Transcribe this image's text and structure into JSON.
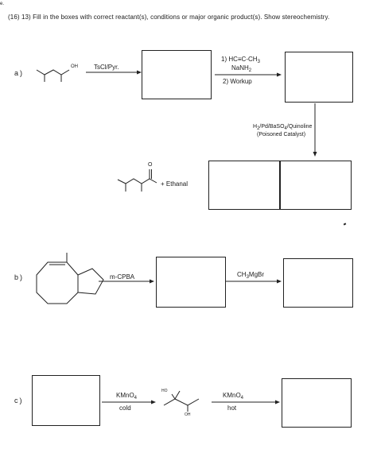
{
  "corner_mark": "e.",
  "header": {
    "question": "(16) 13)  Fill in the boxes with correct reactant(s), conditions or major organic product(s).  Show stereochemistry."
  },
  "part_a": {
    "label": "a)",
    "oh_label": "OH",
    "reagent1": "TsCl/Pyr.",
    "reagent2_line1": "1) HC≡C-CH",
    "reagent2_line1_sub": "3",
    "reagent2_line2": "NaNH",
    "reagent2_line2_sub": "2",
    "reagent2_line3": "2) Workup",
    "reagent3_line1_parts": [
      "H",
      "2",
      "/Pd/BaSO",
      "4",
      "/Quinoline"
    ],
    "reagent3_line2": "(Poisoned Catalyst)",
    "aldehyde_o": "O",
    "plus_ethanal": "+ Ethanal"
  },
  "part_b": {
    "label": "b)",
    "reagent1": "m-CPBA",
    "reagent2": "CH",
    "reagent2_sub": "3",
    "reagent2_end": "MgBr"
  },
  "part_c": {
    "label": "c)",
    "reagent1_line1": "KMnO",
    "reagent1_line1_sub": "4",
    "reagent1_line2": "cold",
    "ho_label": "HO",
    "oh_label": "OH",
    "reagent2_line1": "KMnO",
    "reagent2_line1_sub": "4",
    "reagent2_line2": "hot"
  }
}
